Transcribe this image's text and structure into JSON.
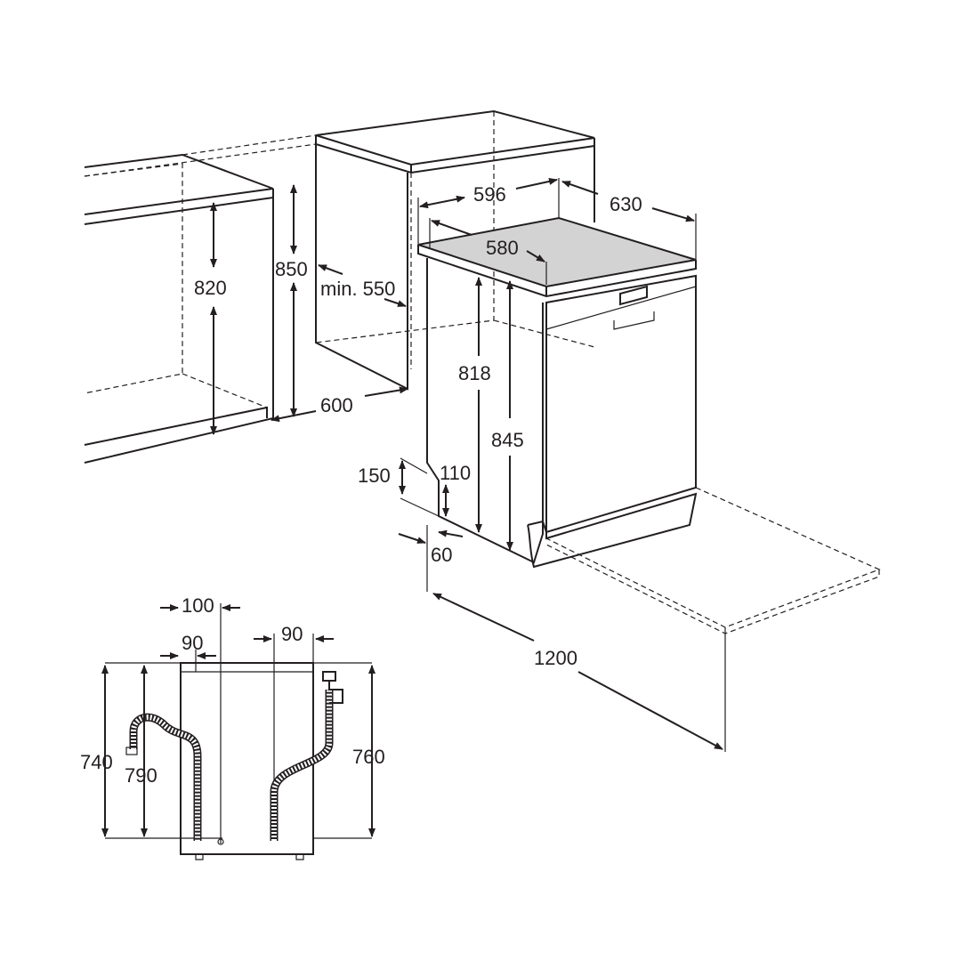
{
  "diagram": {
    "dimensions": {
      "width_596": "596",
      "depth_630": "630",
      "depth_580": "580",
      "niche_height_820": "820",
      "niche_height_850": "850",
      "min_550": "min. 550",
      "niche_width_600": "600",
      "height_818": "818",
      "height_845": "845",
      "plinth_150": "150",
      "plinth_110": "110",
      "plinth_depth_60": "60",
      "door_open_1200": "1200",
      "hose_100": "100",
      "hose_90_left": "90",
      "hose_90_right": "90",
      "height_740": "740",
      "height_790": "790",
      "height_760": "760"
    },
    "colors": {
      "line": "#231f20",
      "worktop": "#d3d3d3"
    }
  }
}
